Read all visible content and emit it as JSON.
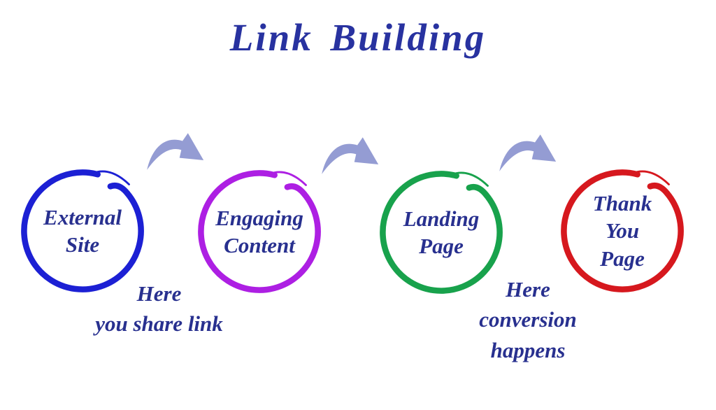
{
  "title": {
    "text": "Link Building",
    "color": "#2832a0"
  },
  "text_color": "#28308f",
  "arrow_color": "#949cd3",
  "diagram": {
    "nodes": [
      {
        "id": "external-site",
        "label": "External Site",
        "lines": [
          "External",
          "Site"
        ],
        "color": "#1c20d4"
      },
      {
        "id": "engaging-content",
        "label": "Engaging Content",
        "lines": [
          "Engaging",
          "Content"
        ],
        "color": "#ad1fe3"
      },
      {
        "id": "landing-page",
        "label": "Landing Page",
        "lines": [
          "Landing",
          "Page"
        ],
        "color": "#18a24c"
      },
      {
        "id": "thank-you-page",
        "label": "Thank You Page",
        "lines": [
          "Thank",
          "You",
          "Page"
        ],
        "color": "#d6181e"
      }
    ],
    "connectors": [
      {
        "from": "external-site",
        "to": "engaging-content"
      },
      {
        "from": "engaging-content",
        "to": "landing-page"
      },
      {
        "from": "landing-page",
        "to": "thank-you-page"
      }
    ],
    "annotations": [
      {
        "near": "external-site",
        "lines": [
          "Here",
          "you share link"
        ]
      },
      {
        "near": "landing-page",
        "lines": [
          "Here",
          "conversion",
          "happens"
        ]
      }
    ]
  }
}
